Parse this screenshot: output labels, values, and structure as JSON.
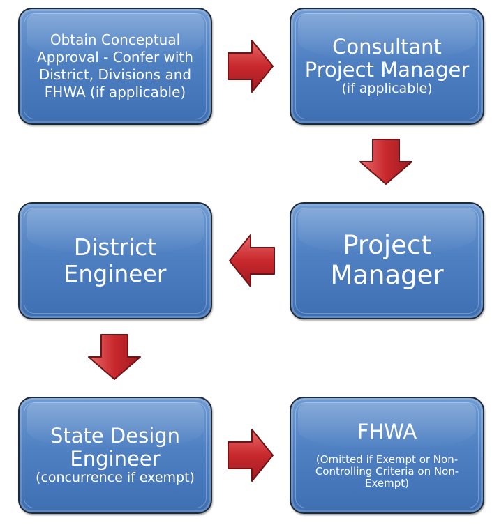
{
  "boxes": {
    "conceptual_approval": {
      "lines": [
        "Obtain Conceptual",
        "Approval - Confer with",
        "District, Divisions and",
        "FHWA (if applicable)"
      ]
    },
    "consultant_pm": {
      "line1": "Consultant",
      "line2": "Project Manager",
      "note": "(if applicable)"
    },
    "district_engineer": {
      "line1": "District",
      "line2": "Engineer"
    },
    "project_manager": {
      "line1": "Project",
      "line2": "Manager"
    },
    "state_design_engineer": {
      "line1": "State Design",
      "line2": "Engineer",
      "note": "(concurrence if exempt)"
    },
    "fhwa": {
      "title": "FHWA",
      "note_lines": [
        "(Omitted if Exempt or Non-",
        "Controlling Criteria on Non-",
        "Exempt)"
      ]
    }
  },
  "colors": {
    "box_fill": "#4f80c2",
    "box_border": "#1f2a36",
    "arrow_fill": "#c8282d",
    "text": "#ffffff"
  }
}
